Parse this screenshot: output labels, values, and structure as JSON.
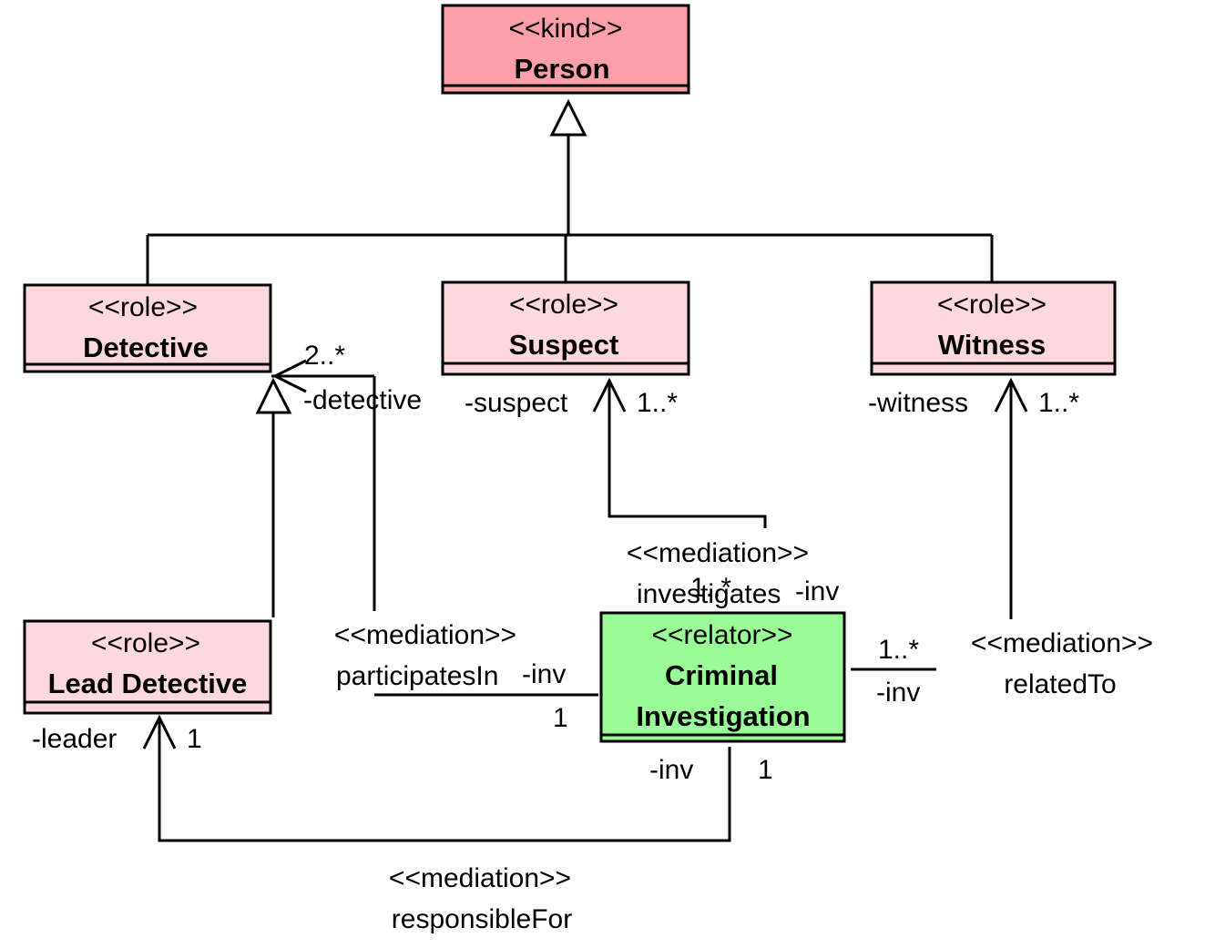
{
  "colors": {
    "kind_fill": "#fc9fa8",
    "role_fill": "#fdd9dd",
    "relator_fill": "#9afc96",
    "stroke": "#000000"
  },
  "classes": {
    "person": {
      "stereotype": "<<kind>>",
      "name": "Person"
    },
    "detective": {
      "stereotype": "<<role>>",
      "name": "Detective"
    },
    "suspect": {
      "stereotype": "<<role>>",
      "name": "Suspect"
    },
    "witness": {
      "stereotype": "<<role>>",
      "name": "Witness"
    },
    "lead_detective": {
      "stereotype": "<<role>>",
      "name": "Lead Detective"
    },
    "criminal_investigation": {
      "stereotype": "<<relator>>",
      "name_line1": "Criminal",
      "name_line2": "Investigation"
    }
  },
  "associations": {
    "participates_in": {
      "stereotype": "<<mediation>>",
      "name": "participatesIn",
      "role_near_target": "-detective",
      "mult_near_target": "2..*",
      "role_near_relator": "-inv",
      "mult_near_relator": "1"
    },
    "investigates": {
      "stereotype": "<<mediation>>",
      "name": "investigates",
      "role_near_target": "-suspect",
      "mult_near_target": "1..*",
      "role_near_relator": "-inv",
      "mult_near_relator": "1..*"
    },
    "related_to": {
      "stereotype": "<<mediation>>",
      "name": "relatedTo",
      "role_near_target": "-witness",
      "mult_near_target": "1..*",
      "role_near_relator": "-inv",
      "mult_near_relator": "1..*"
    },
    "responsible_for": {
      "stereotype": "<<mediation>>",
      "name": "responsibleFor",
      "role_near_target": "-leader",
      "mult_near_target": "1",
      "role_near_relator": "-inv",
      "mult_near_relator": "1"
    }
  }
}
